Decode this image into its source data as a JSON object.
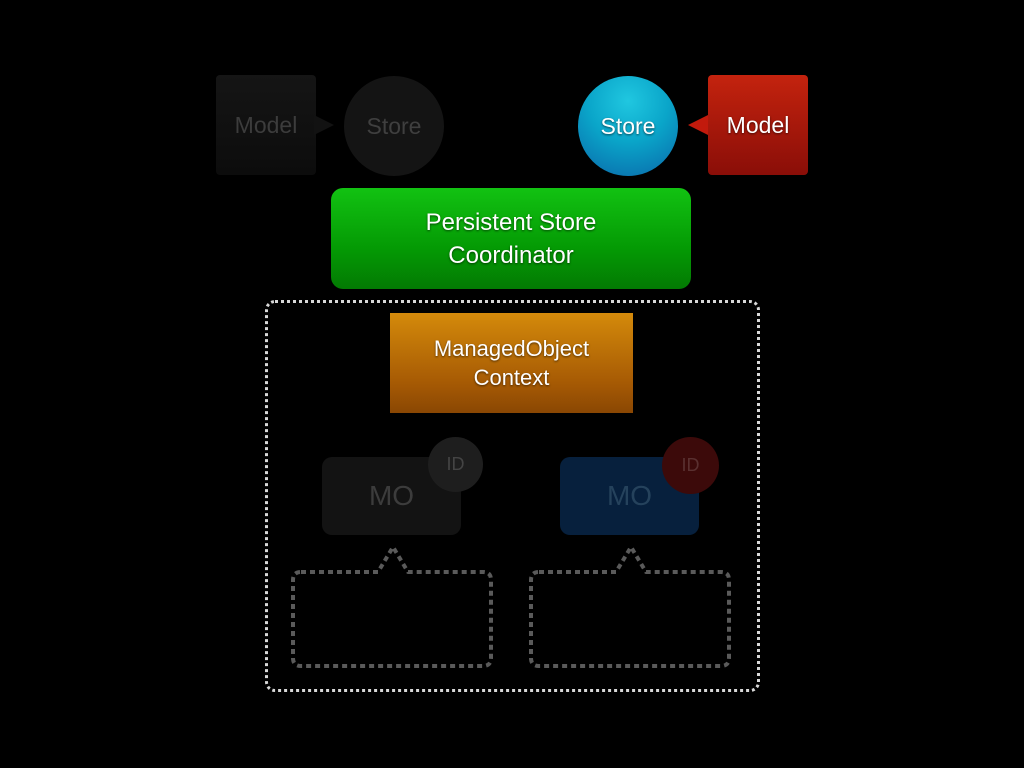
{
  "diagram": {
    "model_left": "Model",
    "store_left": "Store",
    "store_right": "Store",
    "model_right": "Model",
    "coordinator": {
      "line1": "Persistent Store",
      "line2": "Coordinator"
    },
    "context": {
      "line1": "ManagedObject",
      "line2": "Context"
    },
    "mo_left": {
      "label": "MO",
      "id": "ID"
    },
    "mo_right": {
      "label": "MO",
      "id": "ID"
    }
  },
  "colors": {
    "background": "#000000",
    "store_active": "#0aa5c9",
    "model_active": "#c4230e",
    "coordinator": "#049a04",
    "context": "#c27a08",
    "mo_right_tint": "#07203d",
    "id_right_tint": "#3c0a0a",
    "dotted_border": "#d8d8d8"
  }
}
